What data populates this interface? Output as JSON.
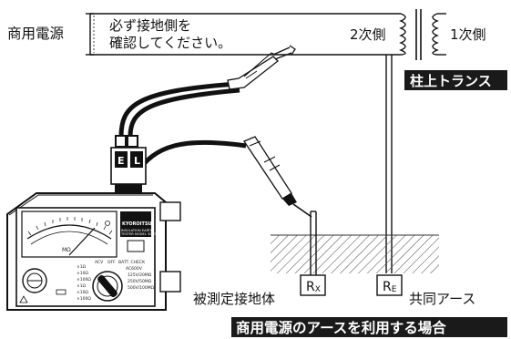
{
  "power_line": {
    "label": "商用電源",
    "note_line1": "必ず接地側を",
    "note_line2": "確認してください。"
  },
  "transformer": {
    "secondary_label": "2次側",
    "primary_label": "1次側",
    "badge": "柱上トランス"
  },
  "ground": {
    "rx_label": "被測定接地体",
    "re_label": "共同アース",
    "rx_symbol_main": "R",
    "rx_symbol_sub": "X",
    "re_symbol_main": "R",
    "re_symbol_sub": "E"
  },
  "tester": {
    "brand": "KYOROITSU",
    "model_line1": "INSULATION EARTH",
    "model_line2": "TESTER MODEL 3017",
    "plug_e": "E",
    "plug_l": "L",
    "meter_unit": "MΩ",
    "ranges": [
      "ACV",
      "OFF",
      "BATT. CHECK",
      "AC600V",
      "125V/20MΩ",
      "250V/50MΩ",
      "500V/100MΩ",
      "×1Ω",
      "×10Ω",
      "×100Ω",
      "×1Ω",
      "×10Ω",
      "×100Ω"
    ]
  },
  "caption": "商用電源のアースを利用する場合",
  "colors": {
    "ink": "#111111",
    "badge_bg": "#1a1a1a",
    "badge_text": "#ffffff",
    "ground_hatch": "#555555"
  }
}
